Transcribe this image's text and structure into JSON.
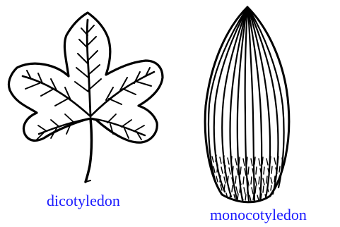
{
  "leaves": [
    {
      "id": "dicot",
      "caption": "dicotyledon",
      "icon": "dicot-leaf-icon"
    },
    {
      "id": "monocot",
      "caption": "monocotyledon",
      "icon": "monocot-leaf-icon"
    }
  ],
  "colors": {
    "caption_text": "#1a1aff",
    "line_art": "#000000",
    "background": "#ffffff"
  }
}
